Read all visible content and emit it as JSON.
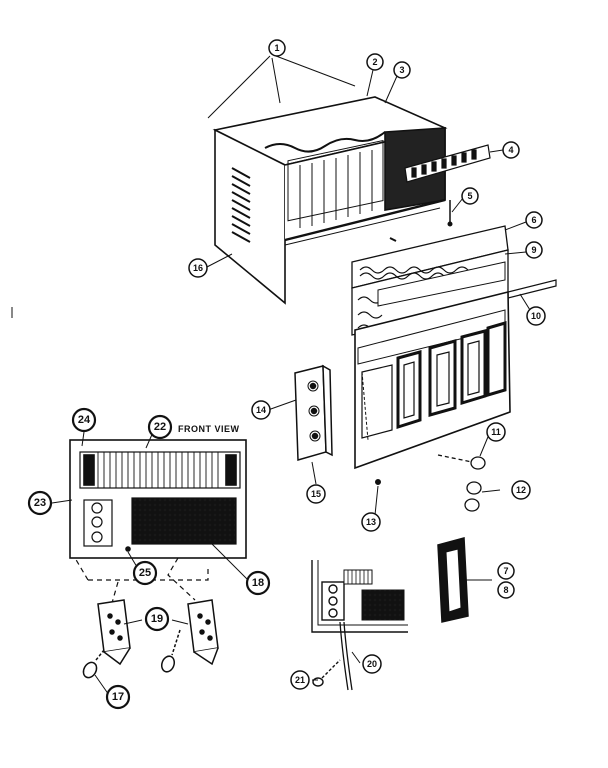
{
  "diagram": {
    "front_view_label": "FRONT VIEW",
    "callouts": {
      "c1": "1",
      "c2": "2",
      "c3": "3",
      "c4": "4",
      "c5": "5",
      "c6": "6",
      "c9": "9",
      "c10": "10",
      "c11": "11",
      "c12": "12",
      "c13": "13",
      "c14": "14",
      "c15": "15",
      "c16": "16",
      "c17": "17",
      "c18": "18",
      "c19": "19",
      "c20": "20",
      "c21": "21",
      "c22": "22",
      "c23": "23",
      "c24": "24",
      "c25": "25",
      "c7": "7",
      "c8": "8"
    }
  }
}
